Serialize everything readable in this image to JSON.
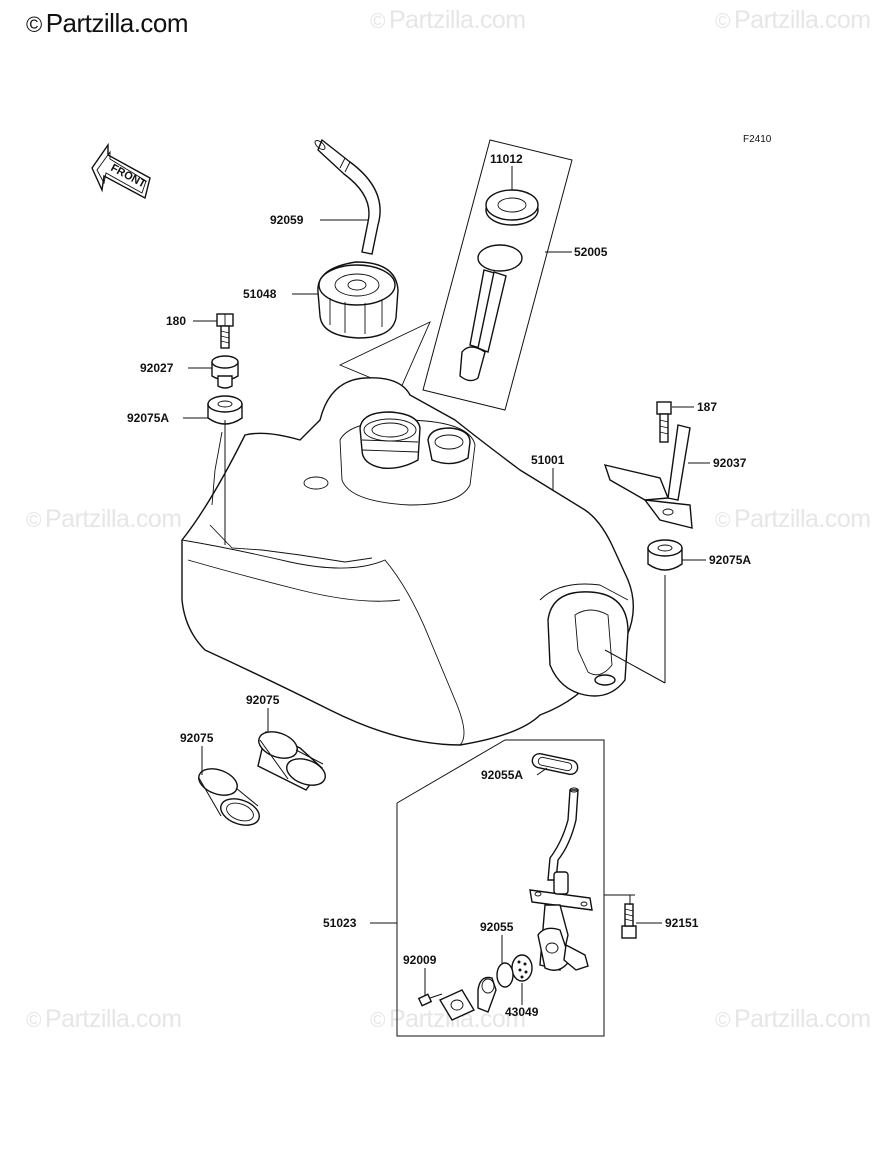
{
  "brand": {
    "symbol": "©",
    "text": "Partzilla.com"
  },
  "watermark": {
    "symbol": "©",
    "text": "Partzilla.com"
  },
  "figure_code": "F2410",
  "front_label": "FRONT",
  "parts": {
    "p11012": "11012",
    "p52005": "52005",
    "p92059": "92059",
    "p51048": "51048",
    "p180": "180",
    "p92027": "92027",
    "p92075A_left": "92075A",
    "p187": "187",
    "p92037": "92037",
    "p51001": "51001",
    "p92075A_right": "92075A",
    "p92075_top": "92075",
    "p92075_left": "92075",
    "p92055A": "92055A",
    "p51023": "51023",
    "p92151": "92151",
    "p92055": "92055",
    "p92009": "92009",
    "p43049": "43049"
  }
}
